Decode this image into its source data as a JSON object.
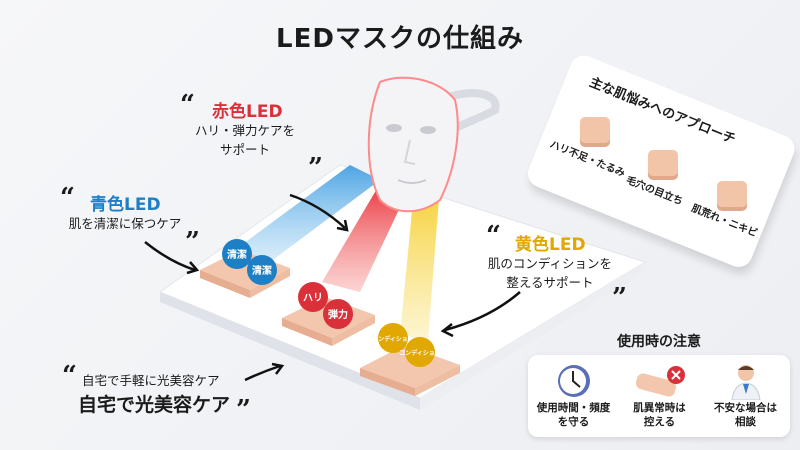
{
  "title": "LEDマスクの仕組み",
  "red_led": {
    "title": "赤色LED",
    "desc": [
      "ハリ・弾力ケアを",
      "サポート"
    ],
    "badges": [
      "ハリ",
      "弾力"
    ],
    "color": "#d9303a"
  },
  "blue_led": {
    "title": "青色LED",
    "desc": [
      "肌を清潔に保つケア"
    ],
    "badges": [
      "清潔",
      "清潔"
    ],
    "color": "#1f7fc4"
  },
  "yellow_led": {
    "title": "黄色LED",
    "desc": [
      "肌のコンディションを",
      "整えるサポート"
    ],
    "badges": [
      "コンディション",
      "コンディション"
    ],
    "color": "#e0a800"
  },
  "home_care": {
    "small": "自宅で手軽に光美容ケア",
    "large": "自宅で光美容ケア"
  },
  "concerns": {
    "title": "主な肌悩みへのアプローチ",
    "items": [
      "ハリ不足・たるみ",
      "毛穴の目立ち",
      "肌荒れ・ニキビ"
    ]
  },
  "caution": {
    "title": "使用時の注意",
    "items": [
      {
        "icon": "clock-icon",
        "label": [
          "使用時間・頻度",
          "を守る"
        ]
      },
      {
        "icon": "bandage-x-icon",
        "label": [
          "肌異常時は",
          "控える"
        ]
      },
      {
        "icon": "doctor-icon",
        "label": [
          "不安な場合は",
          "相談"
        ]
      }
    ]
  }
}
